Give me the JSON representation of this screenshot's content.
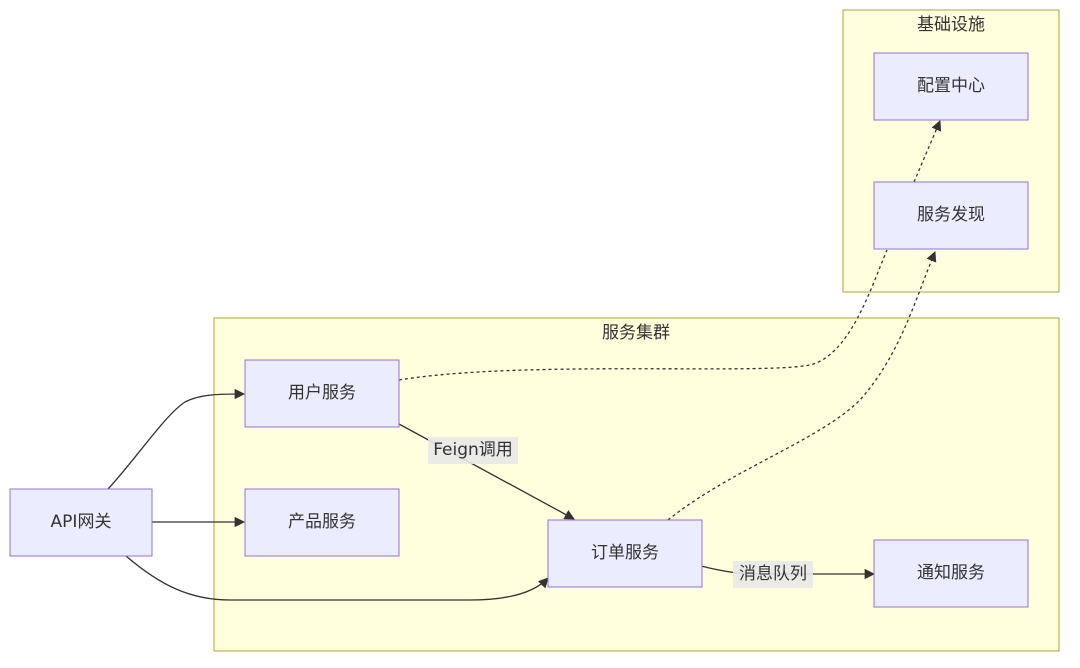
{
  "clusters": {
    "infra": {
      "title": "基础设施"
    },
    "services": {
      "title": "服务集群"
    }
  },
  "nodes": {
    "gateway": "API网关",
    "user": "用户服务",
    "product": "产品服务",
    "order": "订单服务",
    "notify": "通知服务",
    "discovery": "服务发现",
    "config": "配置中心"
  },
  "edges": {
    "user_order": "Feign调用",
    "order_notify": "消息队列"
  },
  "colors": {
    "cluster_fill": "#ffffde",
    "cluster_stroke": "#aaaa33",
    "node_fill": "#ececff",
    "node_stroke": "#9370db",
    "edge": "#333333"
  }
}
